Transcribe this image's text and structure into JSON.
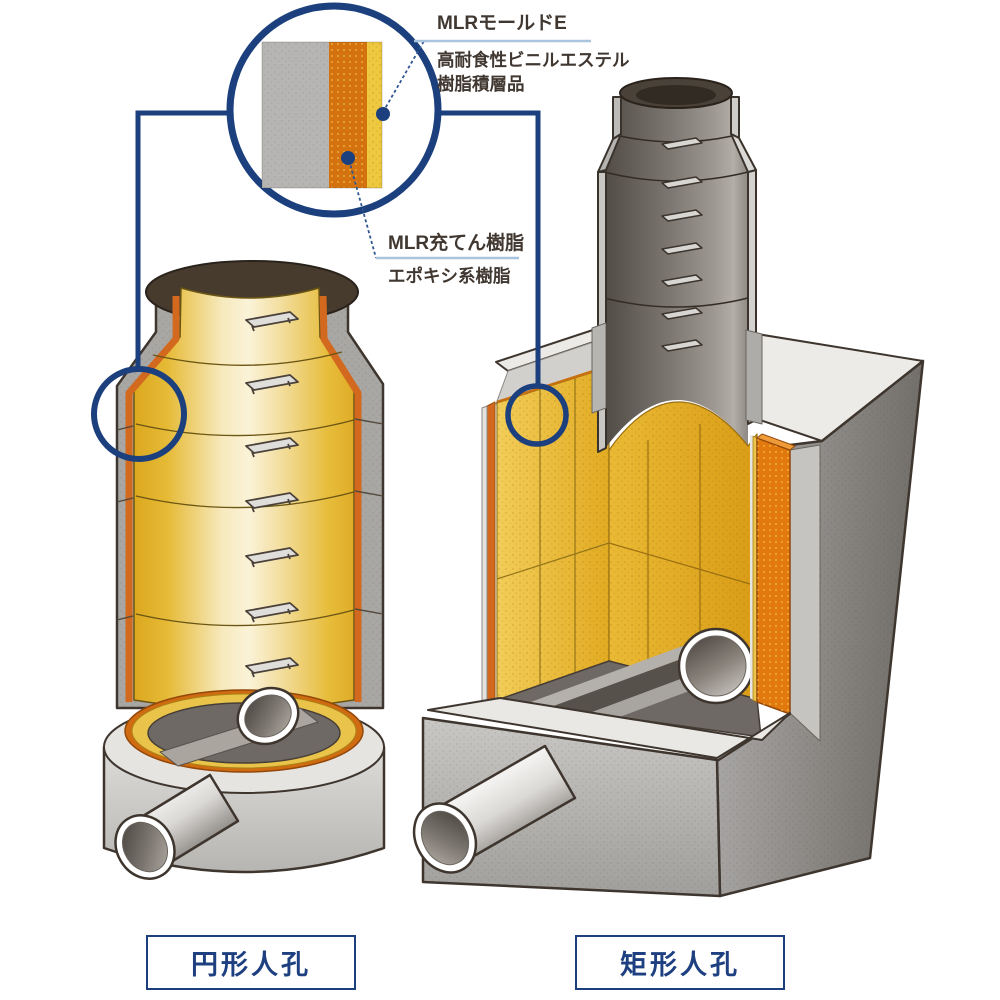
{
  "diagram": {
    "callout": {
      "mold": {
        "title": "MLRモールドE",
        "desc_line1": "高耐食性ビニルエステル",
        "desc_line2": "樹脂積層品"
      },
      "filler": {
        "title": "MLR充てん樹脂",
        "desc": "エポキシ系樹脂"
      }
    },
    "captions": {
      "circular": "円形人孔",
      "rectangular": "矩形人孔"
    },
    "colors": {
      "accent_navy": "#1c3f7d",
      "underline_blue": "#a9c4de",
      "lining_yellow": "#eac44a",
      "filler_orange": "#d9731a",
      "concrete_gray": "#b3b1ae",
      "rim_dark_brown": "#473b2e",
      "text_dark": "#403730"
    }
  }
}
